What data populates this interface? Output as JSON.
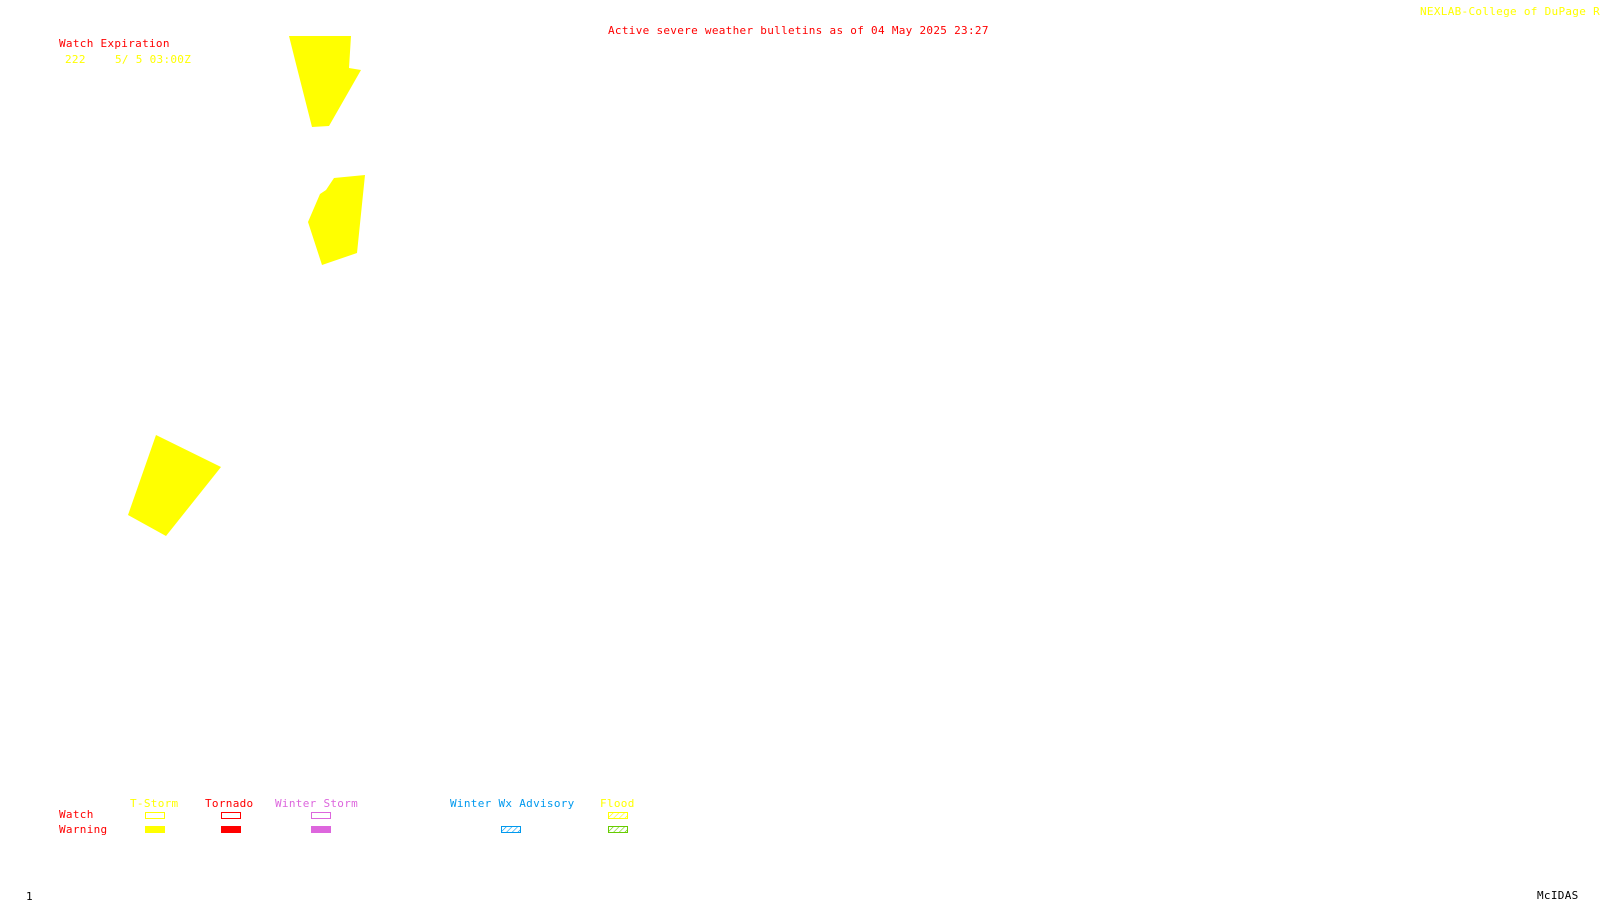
{
  "header": {
    "title": "Active severe weather bulletins as of 04 May 2025 23:27",
    "credit": "NEXLAB-College of DuPage R"
  },
  "watch_expiration": {
    "heading": "Watch Expiration",
    "entries": [
      {
        "number": "222",
        "expires": "5/ 5 03:00Z"
      }
    ]
  },
  "legend": {
    "row_labels": {
      "watch": "Watch",
      "warning": "Warning"
    },
    "categories": [
      {
        "key": "tstorm",
        "label": "T-Storm",
        "color": "#ffff00",
        "watch_style": "outline",
        "warning_style": "solid"
      },
      {
        "key": "tornado",
        "label": "Tornado",
        "color": "#ff0000",
        "watch_style": "outline",
        "warning_style": "solid"
      },
      {
        "key": "winter_storm",
        "label": "Winter Storm",
        "color": "#dd66dd",
        "watch_style": "outline",
        "warning_style": "solid"
      },
      {
        "key": "winter_wx_advisory",
        "label": "Winter Wx Advisory",
        "color": "#0099ee",
        "watch_style": "none",
        "warning_style": "hatched"
      },
      {
        "key": "flood",
        "label": "Flood",
        "color": "#ffff00",
        "warning_color": "#66cc00",
        "watch_style": "hatched",
        "warning_style": "hatched"
      }
    ]
  },
  "warning_polygons": [
    {
      "type": "T-Storm Warning",
      "color": "#ffff00"
    },
    {
      "type": "T-Storm Warning",
      "color": "#ffff00"
    },
    {
      "type": "T-Storm Warning",
      "color": "#ffff00"
    }
  ],
  "footer": {
    "frame_number": "1",
    "software": "McIDAS"
  }
}
